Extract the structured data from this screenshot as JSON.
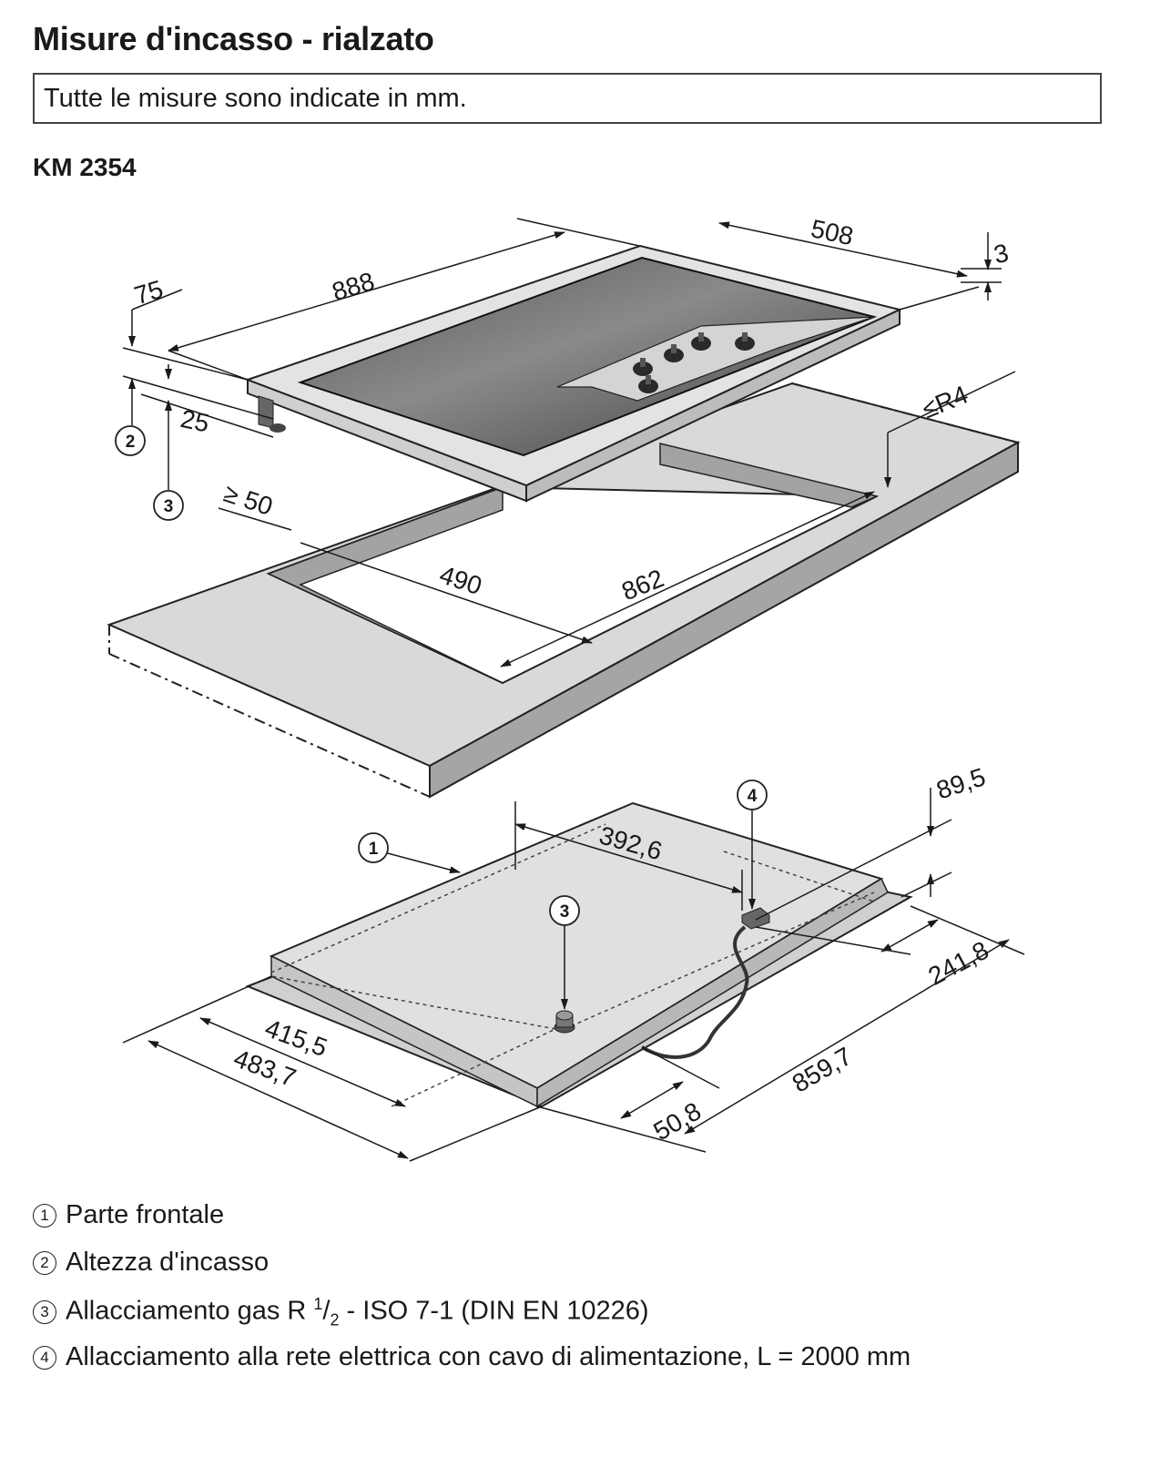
{
  "header": {
    "title": "Misure d'incasso - rialzato",
    "note": "Tutte le misure sono indicate in mm.",
    "model": "KM 2354"
  },
  "dimensions": {
    "d888": "888",
    "d508": "508",
    "d3": "3",
    "d75": "75",
    "d25": "25",
    "dR4": "≤R4",
    "d50": "≥ 50",
    "d490": "490",
    "d862": "862",
    "d89_5": "89,5",
    "d392_6": "392,6",
    "d241_8": "241,8",
    "d415_5": "415,5",
    "d483_7": "483,7",
    "d859_7": "859,7",
    "d50_8": "50,8"
  },
  "callouts": {
    "c1": "1",
    "c2": "2",
    "c3": "3",
    "c4": "4"
  },
  "legend": [
    {
      "num": "1",
      "text": "Parte frontale"
    },
    {
      "num": "2",
      "text": "Altezza d'incasso"
    },
    {
      "num": "3",
      "text_pre": "Allacciamento gas R ",
      "sup": "1",
      "slash": "/",
      "sub": "2",
      "text_post": " - ISO 7-1 (DIN EN 10226)"
    },
    {
      "num": "4",
      "text": "Allacciamento alla rete elettrica con cavo di alimentazione, L = 2000 mm"
    }
  ]
}
